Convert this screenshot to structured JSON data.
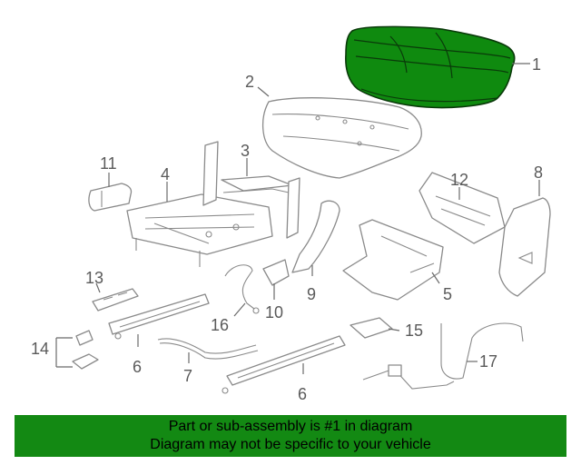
{
  "callouts": {
    "c1": "1",
    "c2": "2",
    "c3": "3",
    "c4": "4",
    "c5": "5",
    "c6a": "6",
    "c6b": "6",
    "c7": "7",
    "c8": "8",
    "c9": "9",
    "c10": "10",
    "c11": "11",
    "c12": "12",
    "c13": "13",
    "c14": "14",
    "c15": "15",
    "c16": "16",
    "c17": "17"
  },
  "highlight_color": "#0f8a0f",
  "banner": {
    "line1": "Part or sub-assembly is #1 in diagram",
    "line2": "Diagram may not be specific to your vehicle",
    "background": "#138913"
  }
}
